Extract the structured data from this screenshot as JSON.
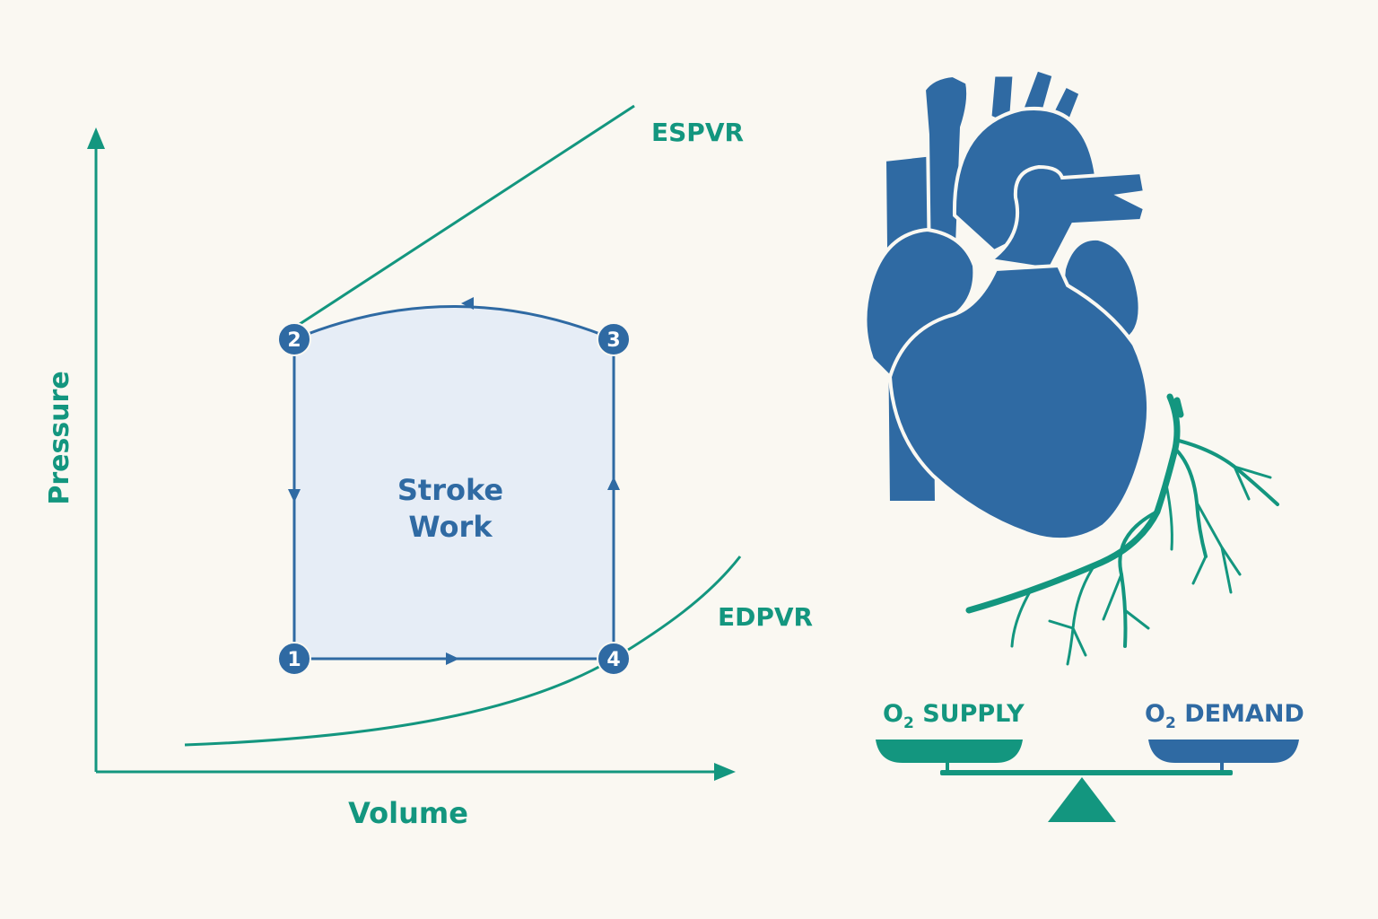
{
  "colors": {
    "background": "#faf8f2",
    "teal": "#13967f",
    "blue": "#2f6aa3",
    "loop_fill": "#e6edf6",
    "outline": "#faf8f2"
  },
  "pv_loop": {
    "axis_y_label": "Pressure",
    "axis_x_label": "Volume",
    "espvr_label": "ESPVR",
    "edpvr_label": "EDPVR",
    "area_label_line1": "Stroke",
    "area_label_line2": "Work",
    "points": [
      {
        "id": "p1",
        "label": "1"
      },
      {
        "id": "p2",
        "label": "2"
      },
      {
        "id": "p3",
        "label": "3"
      },
      {
        "id": "p4",
        "label": "4"
      }
    ]
  },
  "heart": {
    "icon": "heart-with-coronary-arteries-icon"
  },
  "balance": {
    "icon": "balance-scale-icon",
    "supply_prefix": "O",
    "supply_sub": "2",
    "supply_text": " SUPPLY",
    "demand_prefix": "O",
    "demand_sub": "2",
    "demand_text": " DEMAND"
  }
}
